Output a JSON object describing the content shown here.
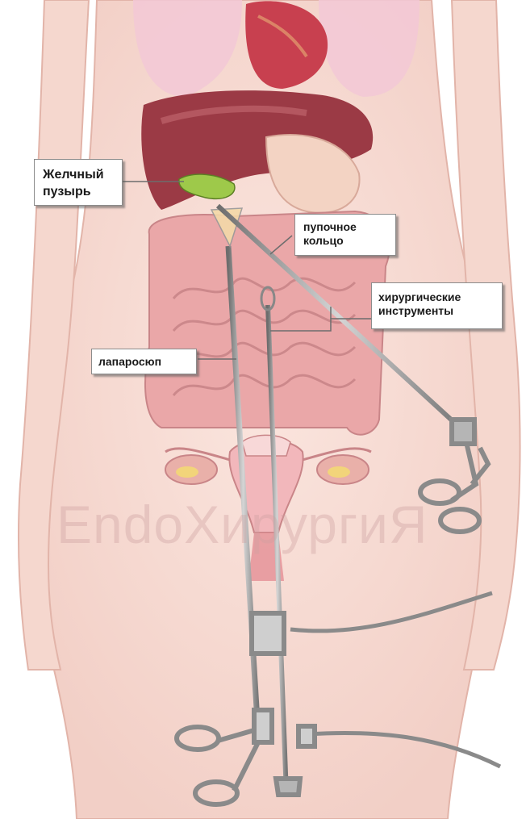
{
  "labels": {
    "gallbladder": "Желчный\nпузырь",
    "ring": "пупочное\nкольцо",
    "instruments": "хирургические\nинструменты",
    "laparoscope": "лапаросюп"
  },
  "watermark": "EndoХирургиЯ",
  "colors": {
    "skin": "#f6dcd4",
    "skin_edge": "#e4b7ac",
    "liver": "#9b3a45",
    "intestine": "#e7a6a8",
    "gallbladder": "#9ec94a",
    "instrument": "#9a9a9a"
  }
}
